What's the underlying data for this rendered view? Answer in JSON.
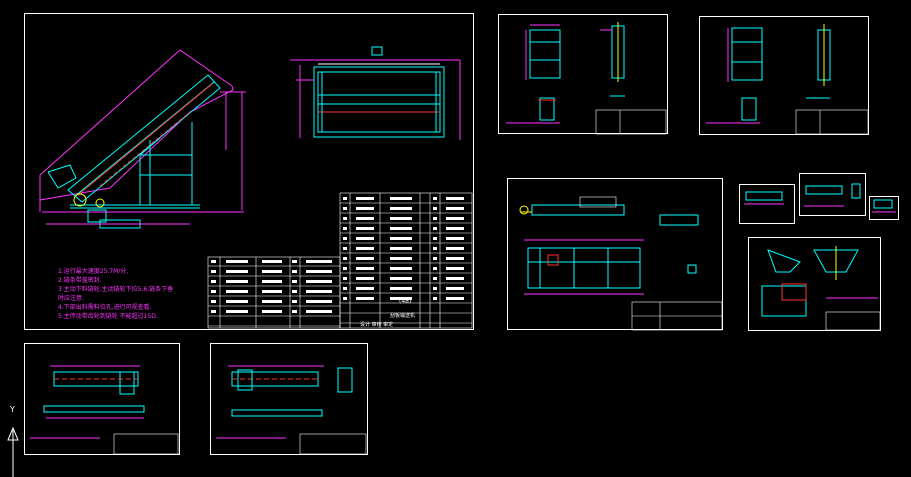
{
  "notes": [
    "1.运行最大速度25.7M/分.",
    "2.链条带盖密封.",
    "3.主动下料链轮,主动链轮下拉5.6,链条下垂",
    "   时应注意.",
    "4.下部出料需料位孔,进行可视查看.",
    "5.主传动带齿轮到链轮 不能超过15D."
  ],
  "title_block": {
    "drawing_name": "(48)",
    "sub_caption": "刮板输送机",
    "row_labels": "设计 审核 审定"
  },
  "ucs": {
    "axis_label": "Y",
    "icon": "ucs-arrow-icon"
  },
  "colors": {
    "background": "#000000",
    "frame": "#ffffff",
    "cyan": "#00ffff",
    "red": "#ff3333",
    "magenta": "#ff33ff",
    "yellow": "#ffff00",
    "green": "#33ff33"
  }
}
